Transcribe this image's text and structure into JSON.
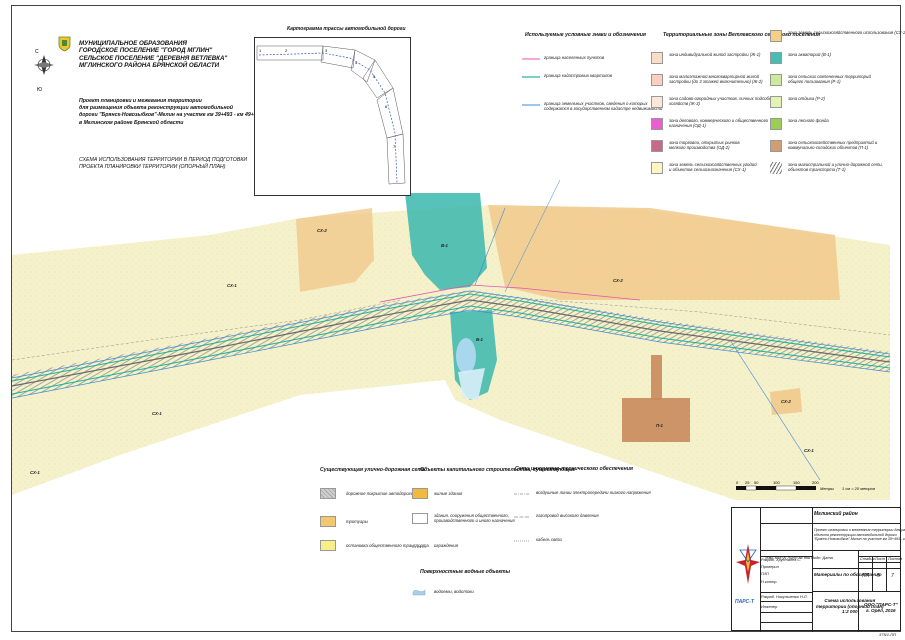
{
  "municipality": {
    "lines": [
      "МУНИЦИПАЛЬНОЕ ОБРАЗОВАНИЯ",
      "ГОРОДСКОЕ ПОСЕЛЕНИЕ \"ГОРОД МГЛИН\"",
      "СЕЛЬСКОЕ ПОСЕЛЕНИЕ \"ДЕРЕВНЯ ВЕТЛЕВКА\"",
      "МГЛИНСКОГО РАЙОНА БРЯНСКОЙ ОБЛАСТИ"
    ]
  },
  "project_title": {
    "lines": [
      "Проект планировки и межевания территории",
      "для размещения объекта реконструкции автомобильной",
      "дороги \"Брянск-Новозыбков\"-Мглин на участке км 39+493 - км 49+940",
      "в Мглинском районе Брянской области"
    ]
  },
  "scheme_title": {
    "lines": [
      "СХЕМА ИСПОЛЬЗОВАНИЯ ТЕРРИТОРИИ В ПЕРИОД ПОДГОТОВКИ",
      "ПРОЕКТА ПЛАНИРОВКИ ТЕРРИТОРИИ (ОПОРНЫЙ ПЛАН)"
    ]
  },
  "inset": {
    "title": "Картограмма трассы автомобильной дороги",
    "sheet_numbers": [
      "1",
      "2",
      "3",
      "4",
      "5",
      "6",
      "7"
    ]
  },
  "legend_symbols": {
    "title": "Используемые условные знаки и обозначения",
    "items": [
      {
        "label": "граница населенных пунктов",
        "color": "#e055b0"
      },
      {
        "label": "граница кадастровых кварталов",
        "color": "#2fb59a"
      },
      {
        "label": "граница земельных участков, сведения о которых\nсодержатся в государственном кадастре недвижимости",
        "color": "#3a8be0"
      }
    ]
  },
  "legend_zones_left": {
    "title": "Территориальные зоны Ветлевского сельского поселения",
    "items": [
      {
        "label": "зона индивидуальной жилой застройки (Ж-1)",
        "color": "#fbdcc4"
      },
      {
        "label": "зона малоэтажной многоквартирной жилой\nзастройки (до 3 этажей включительно) (Ж-2)",
        "color": "#f8cfc0"
      },
      {
        "label": "зона садово-огородных участков, личных подсобных\nхозяйств (Ж-3)",
        "color": "#fbe7d8"
      },
      {
        "label": "зона делового, коммерческого и общественного\nназначения (ОД-1)",
        "color": "#ea5fd0"
      },
      {
        "label": "зона торговли, открытых рынков\nмелкого производства (ОД-2)",
        "color": "#c76a87"
      },
      {
        "label": "зона земель сельскохозяйственных угодий\nи объектов сельхозназначения (СХ-1)",
        "color": "#fbf6c4"
      }
    ]
  },
  "legend_zones_right": {
    "items": [
      {
        "label": "зона земель сельскохозяйственного использования (СХ-2)",
        "color": "#f5cf84"
      },
      {
        "label": "зона акваторий (В-1)",
        "color": "#45bfb6"
      },
      {
        "label": "зона сельских озелененных территорий\nобщего пользования (Р-1)",
        "color": "#cfe8a0"
      },
      {
        "label": "зона отдыха (Р-2)",
        "color": "#e4f3b5"
      },
      {
        "label": "зона лесного фонда",
        "color": "#9acd56"
      },
      {
        "label": "зона сельскохозяйственных предприятий и\nкоммунально-складских объектов (П-1)",
        "color": "#cf9e73"
      },
      {
        "label": "зона магистральной и улично-дорожной сети,\nобъектов транспорта (Т-1)",
        "color": "#9a9a9a"
      }
    ]
  },
  "map_zone_labels": [
    "СХ-1",
    "СХ-2",
    "В-1",
    "СХ-2",
    "В-1",
    "СХ-1",
    "СХ-1",
    "СХ-2",
    "П-1",
    "СХ-1"
  ],
  "scale": {
    "ticks": [
      "0",
      "25",
      "50",
      "100",
      "150",
      "200"
    ],
    "unit": "Метры",
    "ratio": "1 см = 20 метров"
  },
  "legend_bottom": {
    "road_network": {
      "title": "Существующая улично-дорожная сеть",
      "items": [
        {
          "label": "дорожное покрытие автодороги",
          "color": "#cfcfcf"
        },
        {
          "label": "тротуары",
          "color": "#f2c96e"
        },
        {
          "label": "остановка общественного транспорта",
          "color": "#f7f08a"
        }
      ]
    },
    "capital_objects": {
      "title": "Объекты капитального строительства, существующие",
      "items": [
        {
          "label": "жилые здания",
          "color": "#f1b93f"
        },
        {
          "label": "здания, сооружения общественного,\nпроизводственного и иного назначения",
          "color": "#ffffff"
        },
        {
          "label": "ограждения",
          "color": ""
        }
      ]
    },
    "water": {
      "title": "Поверхностные водные объекты",
      "items": [
        {
          "label": "водоемы, водотоки",
          "color": "#a9cfe8"
        }
      ]
    },
    "engineering": {
      "title": "Сети инженерно-технического обеспечения",
      "items": [
        {
          "label": "воздушные линии электропередачи низкого напряжения",
          "color": "#555555"
        },
        {
          "label": "газопровод высокого давления",
          "color": "#555555"
        },
        {
          "label": "кабель связи",
          "color": "#555555"
        }
      ]
    }
  },
  "title_block": {
    "district": "Мглинский район",
    "project_desc": "Проект планировки и межевания территории для размещения\nобъекта реконструкции автомобильной дороги\n\"Брянск-Новозыбков\"-Мглин на участке км 39+493 - км 49+940",
    "materials": "Материалы по обоснованию",
    "stage_header": "Стадия",
    "sheet_header": "Лист",
    "sheets_header": "Листов",
    "stage": "ПП",
    "sheet": "5",
    "sheets": "7",
    "drawing_title": "Схема использования\nтерритории (опорный план)\n1:2 000",
    "org": "ООО \"ПАРС-Т\"\nг. Орёл, 2016",
    "logo_text": "ПАРС-Т",
    "row_labels": [
      "Изм.",
      "Кол.уч",
      "Лист",
      "№ док",
      "Подп.",
      "Дата"
    ],
    "roles": [
      "Разраб.",
      "Проверил",
      "ГИП",
      "Н.контр.",
      "Разраб.",
      "Инженер"
    ],
    "names": [
      "Хрусталев С.",
      "",
      "",
      "",
      "Никульченко Н.Л.",
      ""
    ]
  },
  "footnote": "375/1-ПП"
}
